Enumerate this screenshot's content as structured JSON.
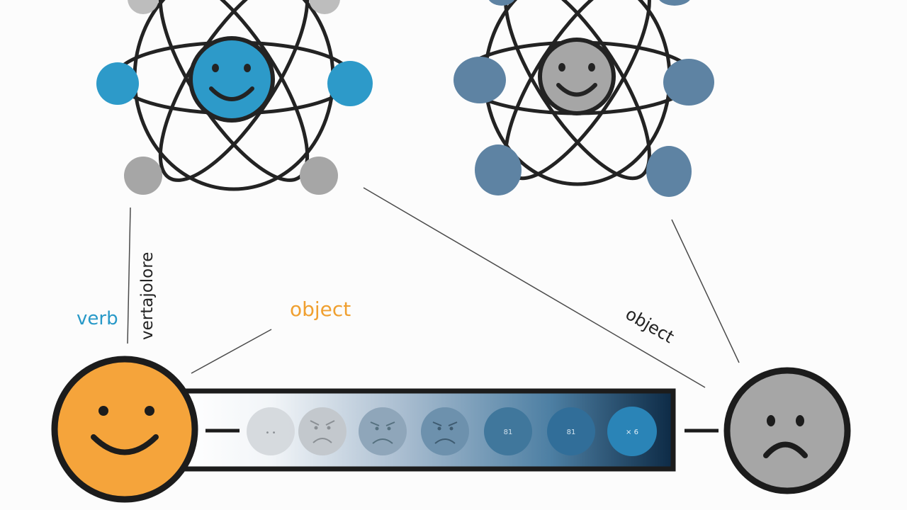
{
  "labels": {
    "verb": "verb",
    "object_left": "object",
    "object_right": "object",
    "vertical_mirrored": "vertajolore"
  },
  "scale": {
    "faces": [
      {
        "mood": "neutral",
        "text": "• •"
      },
      {
        "mood": "angry",
        "text": ""
      },
      {
        "mood": "sad",
        "text": ""
      },
      {
        "mood": "sad",
        "text": ""
      },
      {
        "mood": "neutral",
        "text": "81"
      },
      {
        "mood": "neutral",
        "text": "81"
      },
      {
        "mood": "neutral",
        "text": "× 6"
      }
    ]
  },
  "colors": {
    "ink": "#232323",
    "blue": "#2d9ac9",
    "steel": "#5e83a3",
    "grey": "#a6a6a6",
    "orange": "#f5a43b",
    "label_blue": "#2899c8",
    "label_orange": "#f0a030"
  }
}
